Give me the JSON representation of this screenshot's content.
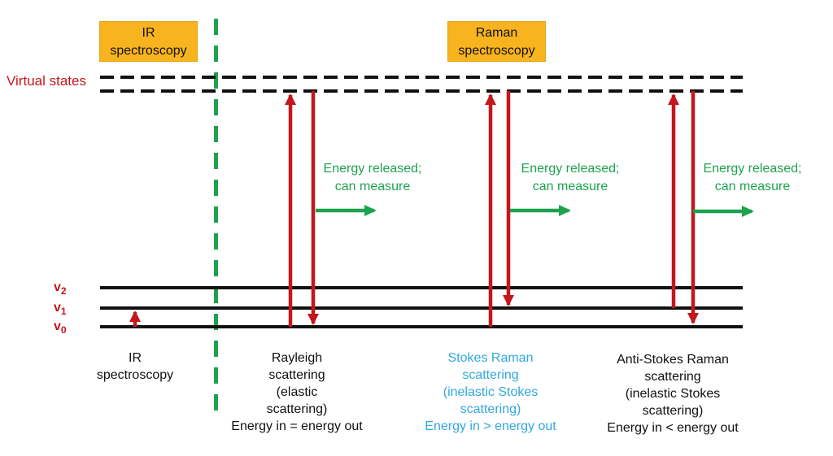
{
  "colors": {
    "red": "#c4161c",
    "green": "#1ea24f",
    "blue": "#31a8dd",
    "amber": "#f7b41f",
    "ink": "#111111"
  },
  "header_boxes": {
    "ir": {
      "lines": [
        "IR",
        "spectroscopy"
      ]
    },
    "raman": {
      "lines": [
        "Raman",
        "spectroscopy"
      ]
    }
  },
  "virtual_states_label": "Virtual states",
  "energy_levels": [
    {
      "base": "v",
      "sub": "2"
    },
    {
      "base": "v",
      "sub": "1"
    },
    {
      "base": "v",
      "sub": "0"
    }
  ],
  "green_notes": [
    {
      "line1": "Energy released;",
      "line2": "can measure"
    },
    {
      "line1": "Energy released;",
      "line2": "can measure"
    },
    {
      "line1": "Energy released;",
      "line2": "can measure"
    }
  ],
  "captions": {
    "ir": {
      "lines": [
        "IR",
        "spectroscopy"
      ]
    },
    "rayleigh": {
      "lines": [
        "Rayleigh",
        "scattering",
        "(elastic",
        "scattering)",
        "Energy in = energy out"
      ]
    },
    "stokes": {
      "lines": [
        "Stokes Raman",
        "scattering",
        "(inelastic Stokes",
        "scattering)",
        "Energy in > energy out"
      ]
    },
    "anti_stokes": {
      "lines": [
        "Anti-Stokes Raman",
        "scattering",
        "(inelastic Stokes",
        "scattering)",
        "Energy in < energy out"
      ]
    }
  },
  "icons": [
    "ir-absorption-arrow",
    "rayleigh-up-arrow",
    "rayleigh-down-arrow",
    "stokes-up-arrow",
    "stokes-down-arrow",
    "antistokes-up-arrow",
    "antistokes-down-arrow",
    "energy-released-arrow-rayleigh",
    "energy-released-arrow-stokes",
    "energy-released-arrow-antistokes"
  ]
}
